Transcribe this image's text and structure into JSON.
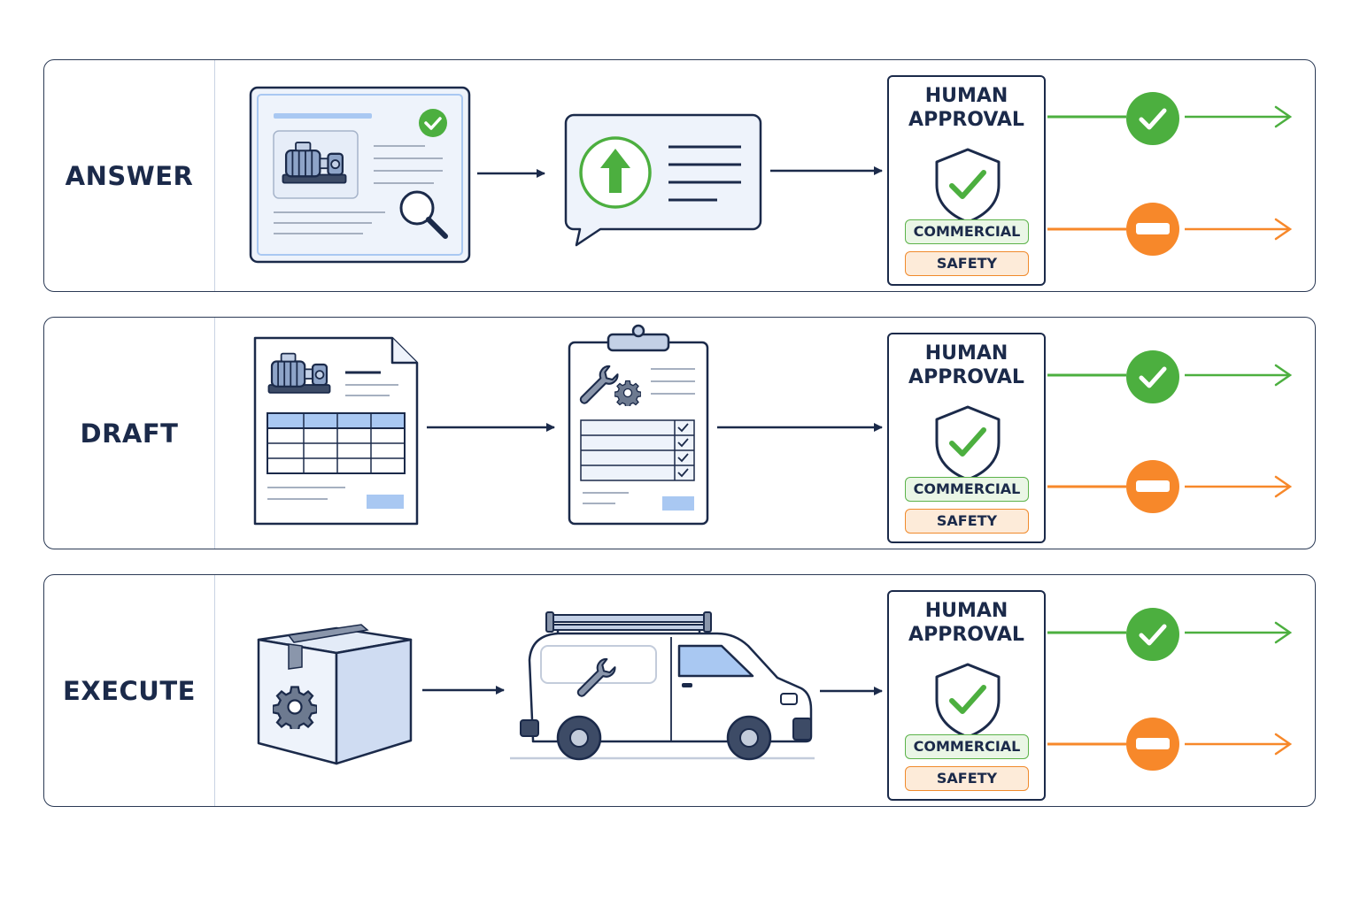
{
  "colors": {
    "navy": "#1b2a4a",
    "approve_green": "#4caf3f",
    "reject_orange": "#f7882a",
    "light_blue": "#a9c8f2",
    "panel_fill": "#eef3fb"
  },
  "rows": [
    {
      "label": "ANSWER",
      "stage1_icon": "equipment-search-document-icon",
      "stage2_icon": "upload-message-bubble-icon",
      "approval": {
        "title_line1": "HUMAN",
        "title_line2": "APPROVAL",
        "tag_commercial": "COMMERCIAL",
        "tag_safety": "SAFETY"
      },
      "outcomes": [
        "approve-check-icon",
        "reject-minus-icon"
      ]
    },
    {
      "label": "DRAFT",
      "stage1_icon": "equipment-spec-document-icon",
      "stage2_icon": "service-checklist-clipboard-icon",
      "approval": {
        "title_line1": "HUMAN",
        "title_line2": "APPROVAL",
        "tag_commercial": "COMMERCIAL",
        "tag_safety": "SAFETY"
      },
      "outcomes": [
        "approve-check-icon",
        "reject-minus-icon"
      ]
    },
    {
      "label": "EXECUTE",
      "stage1_icon": "parts-box-gear-icon",
      "stage2_icon": "service-van-icon",
      "approval": {
        "title_line1": "HUMAN",
        "title_line2": "APPROVAL",
        "tag_commercial": "COMMERCIAL",
        "tag_safety": "SAFETY"
      },
      "outcomes": [
        "approve-check-icon",
        "reject-minus-icon"
      ]
    }
  ]
}
